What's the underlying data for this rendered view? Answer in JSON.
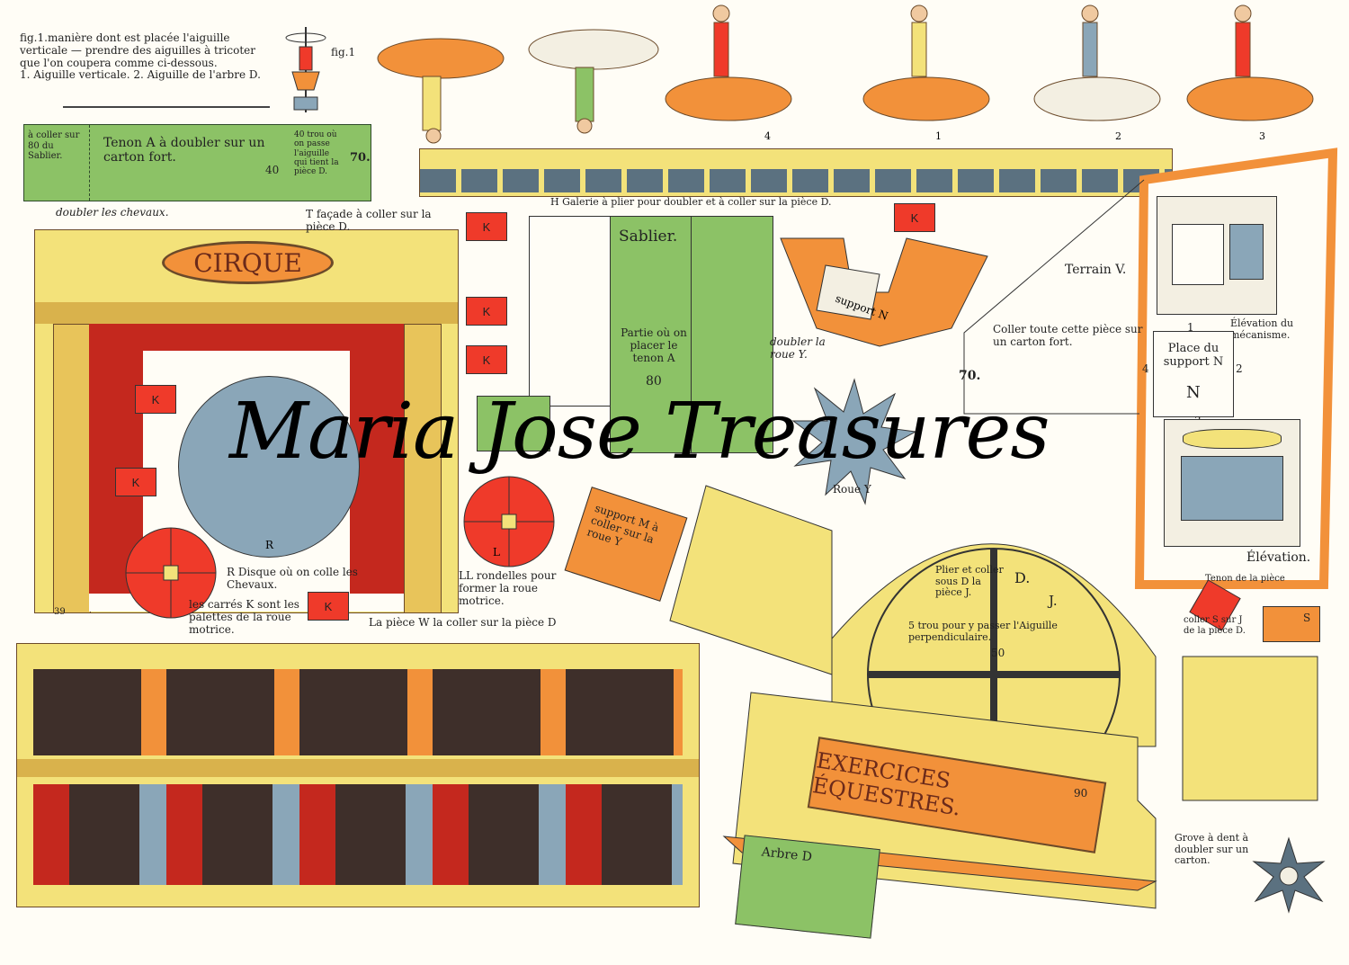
{
  "top_left": {
    "instructions": [
      "fig.1.manière dont est placée l'aiguille",
      "verticale — prendre des aiguilles à tricoter",
      "que l'on coupera comme ci-dessous.",
      "1. Aiguille verticale. 2. Aiguille de l'arbre D."
    ],
    "fig_label": "fig.1",
    "green_strip": {
      "left_label": "à coller sur 80 du Sablier.",
      "main": "Tenon A à doubler sur un carton fort.",
      "num": "40",
      "side": "40 trou où on passe l'aiguille qui tient la pièce D.",
      "end": "70."
    },
    "doubler": "doubler les chevaux."
  },
  "horses": {
    "numbers": [
      "4",
      "1",
      "2",
      "3"
    ]
  },
  "gallery_caption": "H Galerie à plier pour doubler et à coller sur la pièce D.",
  "cirque": {
    "sign": "CIRQUE",
    "facade_note": "T façade à coller sur la pièce D.",
    "disc_letter": "R",
    "disc_note": "R Disque où on colle les Chevaux.",
    "k_note": "les carrés K sont les palettes de la roue motrice.",
    "w_note": "La pièce W la coller sur la pièce D",
    "bottom_num": "39"
  },
  "k_pieces": [
    "K",
    "K",
    "K",
    "K",
    "K",
    "K",
    "K"
  ],
  "sablier": {
    "title": "Sablier.",
    "note": "Partie où on placer le tenon A",
    "num": "80"
  },
  "support": {
    "label": "support N",
    "doubler": "doubler la roue Y."
  },
  "rondelles": {
    "letter": "L",
    "note": "LL rondelles pour former la roue motrice."
  },
  "support_m": "support M à coller sur la roue Y",
  "roue": "Roue Y",
  "terrain": {
    "label": "Terrain V.",
    "coller": "Coller toute cette pièce sur un carton fort.",
    "dim": "70.",
    "elevation_meca": "Élévation du mécanisme.",
    "place": "Place du support N",
    "n": "N",
    "n1": "1",
    "n2": "2",
    "n3": "3",
    "n4": "4",
    "elevation": "Élévation."
  },
  "tenon_note": "Tenon de la pièce S",
  "s_note": "coller S sur J de la pièce D.",
  "s_piece": "S",
  "base": {
    "d_label": "D.",
    "j_label": "J.",
    "plier": "Plier et coller sous D la pièce J.",
    "trou": "5 trou pour y passer l'Aiguille perpendiculaire.",
    "num50": "50",
    "banner": "EXERCICES ÉQUESTRES.",
    "num90": "90"
  },
  "arbre": "Arbre D",
  "grove": "Grove à dent à doubler sur un carton.",
  "watermark": "Maria Jose Treasures",
  "colors": {
    "green": "#8cc266",
    "red": "#ef3a2a",
    "orange": "#f2913a",
    "yellow": "#f3e27a",
    "blue": "#8aa6b8",
    "brown": "#6b4a2a"
  }
}
